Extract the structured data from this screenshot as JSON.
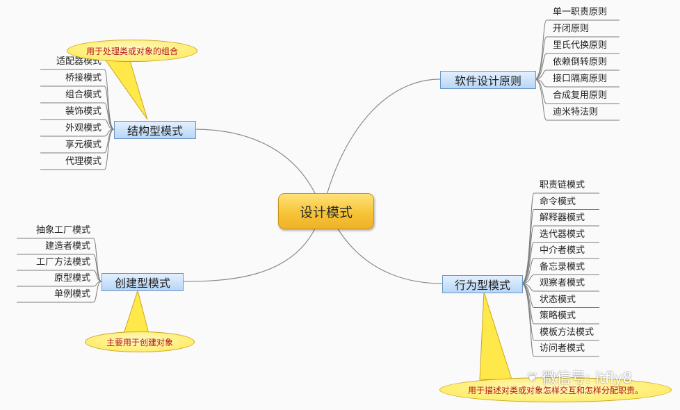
{
  "center": "设计模式",
  "branches": {
    "principles": {
      "label": "软件设计原则",
      "items": [
        "单一职责原则",
        "开闭原则",
        "里氏代换原则",
        "依赖倒转原则",
        "接口隔离原则",
        "合成复用原则",
        "迪米特法则"
      ]
    },
    "structural": {
      "label": "结构型模式",
      "items": [
        "适配器模式",
        "桥接模式",
        "组合模式",
        "装饰模式",
        "外观模式",
        "享元模式",
        "代理模式"
      ],
      "note": "用于处理类或对象的组合"
    },
    "creational": {
      "label": "创建型模式",
      "items": [
        "抽象工厂模式",
        "建造者模式",
        "工厂方法模式",
        "原型模式",
        "单例模式"
      ],
      "note": "主要用于创建对象"
    },
    "behavioral": {
      "label": "行为型模式",
      "items": [
        "职责链模式",
        "命令模式",
        "解释器模式",
        "迭代器模式",
        "中介者模式",
        "备忘录模式",
        "观察者模式",
        "状态模式",
        "策略模式",
        "模板方法模式",
        "访问者模式"
      ],
      "note": "用于描述对类或对象怎样交互和怎样分配职责。"
    }
  },
  "watermark": "微信号: itfly8",
  "colors": {
    "center": "#f7c437",
    "branch": "#b8d6f6",
    "callout": "#ffe84a",
    "callout_text": "#b3151a"
  },
  "icons": {
    "watermark": "wechat-icon"
  }
}
